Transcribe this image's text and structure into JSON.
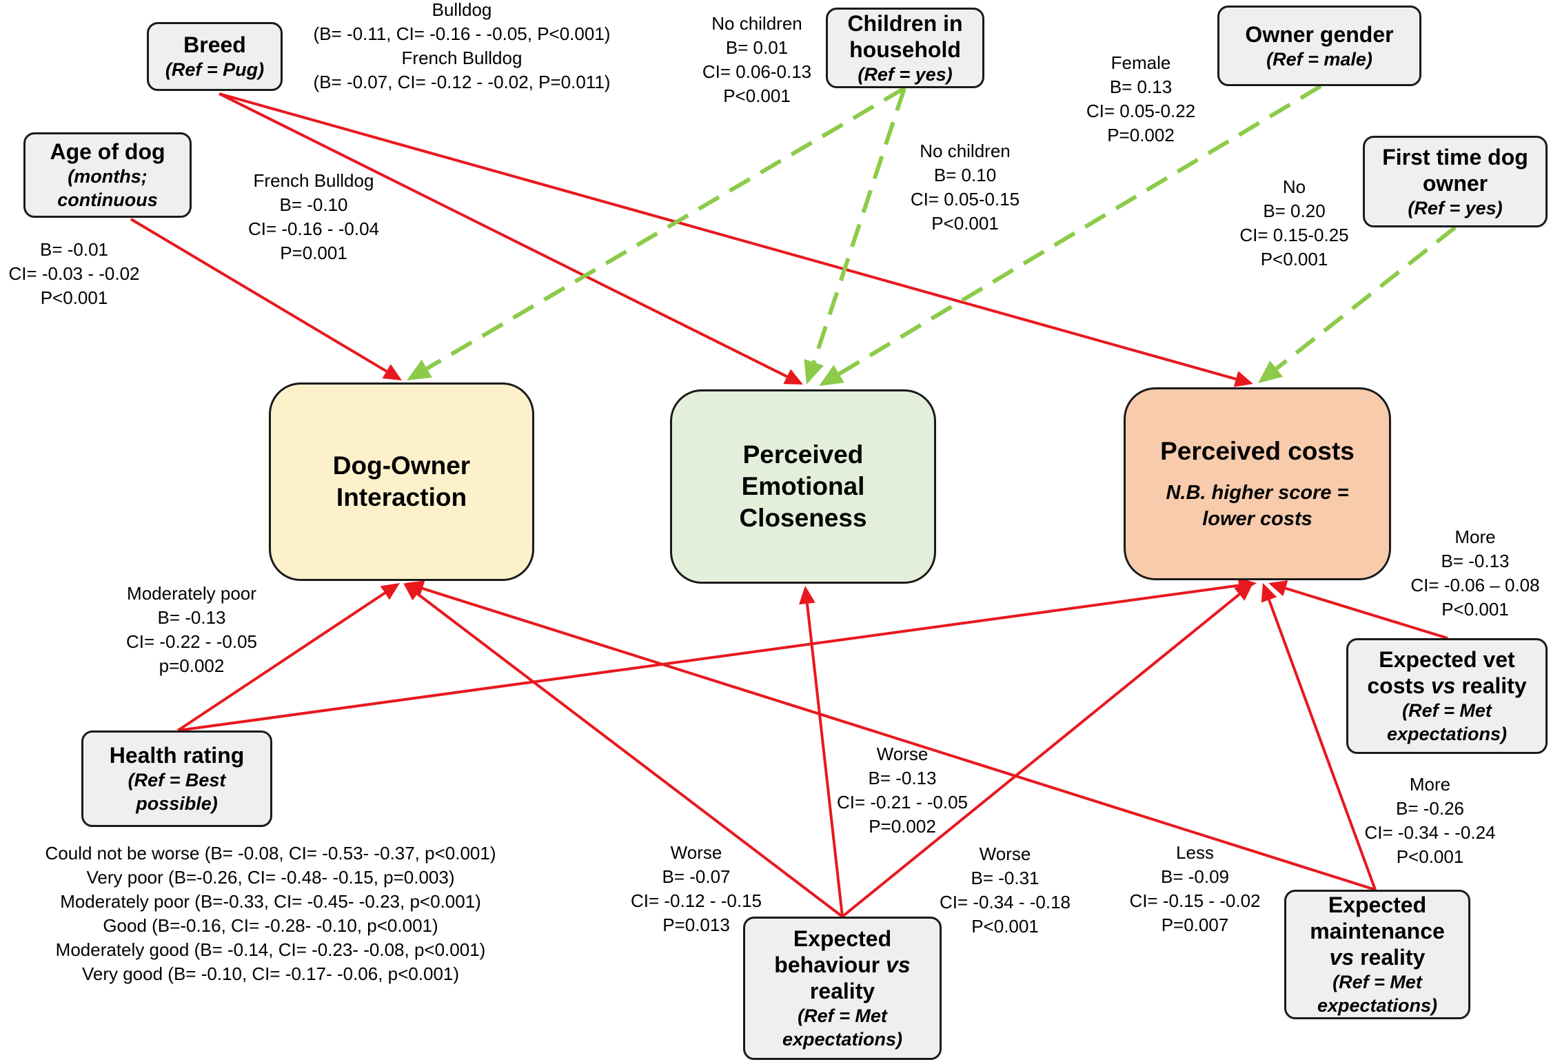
{
  "outcomes": {
    "interaction": {
      "title_line1": "Dog-Owner",
      "title_line2": "Interaction",
      "color": "#fdf1cc"
    },
    "closeness": {
      "title_line1": "Perceived",
      "title_line2": "Emotional",
      "title_line3": "Closeness",
      "color": "#e3efda"
    },
    "costs": {
      "title": "Perceived costs",
      "note_line1": "N.B. higher score =",
      "note_line2": "lower costs",
      "color": "#f7cbac"
    }
  },
  "predictors": {
    "breed": {
      "title": "Breed",
      "ref": "(Ref = Pug)"
    },
    "age": {
      "title": "Age of dog",
      "ref_line1": "(months;",
      "ref_line2": "continuous"
    },
    "children": {
      "title_line1": "Children in",
      "title_line2": "household",
      "ref": "(Ref = yes)"
    },
    "gender": {
      "title": "Owner gender",
      "ref": "(Ref = male)"
    },
    "first_time": {
      "title_line1": "First time dog",
      "title_line2": "owner",
      "ref": "(Ref = yes)"
    },
    "health": {
      "title": "Health rating",
      "ref_line1": "(Ref = Best",
      "ref_line2": "possible)"
    },
    "behaviour": {
      "title_line1": "Expected",
      "title_line2a": "behaviour ",
      "title_line2b": "vs",
      "title_line3": "reality",
      "ref_line1": "(Ref = Met",
      "ref_line2": "expectations)"
    },
    "maintenance": {
      "title_line1": "Expected",
      "title_line2": "maintenance",
      "title_line3a": "vs",
      "title_line3b": " reality",
      "ref_line1": "(Ref = Met",
      "ref_line2": "expectations)"
    },
    "vet": {
      "title_line1": "Expected vet",
      "title_line2a": "costs ",
      "title_line2b": "vs",
      "title_line2c": " reality",
      "ref_line1": "(Ref = Met",
      "ref_line2": "expectations)"
    }
  },
  "labels": {
    "breed_closeness": [
      "Bulldog",
      "(B= -0.11, CI= -0.16 - -0.05, P<0.001)",
      "French Bulldog",
      "(B= -0.07, CI= -0.12 - -0.02, P=0.011)"
    ],
    "breed_costs": [
      "French Bulldog",
      "B= -0.10",
      "CI= -0.16 - -0.04",
      "P=0.001"
    ],
    "age_interaction": [
      "B= -0.01",
      "CI= -0.03 - -0.02",
      "P<0.001"
    ],
    "children_interaction": [
      "No children",
      "B= 0.01",
      "CI= 0.06-0.13",
      "P<0.001"
    ],
    "children_closeness": [
      "No children",
      "B= 0.10",
      "CI= 0.05-0.15",
      "P<0.001"
    ],
    "gender_closeness": [
      "Female",
      "B= 0.13",
      "CI= 0.05-0.22",
      "P=0.002"
    ],
    "first_time_costs": [
      "No",
      "B= 0.20",
      "CI= 0.15-0.25",
      "P<0.001"
    ],
    "health_interaction": [
      "Moderately poor",
      "B= -0.13",
      "CI= -0.22 - -0.05",
      "p=0.002"
    ],
    "health_costs": [
      "Could not be worse (B= -0.08, CI= -0.53- -0.37, p<0.001)",
      "Very poor (B=-0.26, CI= -0.48- -0.15, p=0.003)",
      "Moderately poor (B=-0.33, CI= -0.45- -0.23, p<0.001)",
      "Good (B=-0.16, CI= -0.28- -0.10, p<0.001)",
      "Moderately good (B= -0.14, CI= -0.23- -0.08, p<0.001)",
      "Very good (B= -0.10, CI= -0.17- -0.06, p<0.001)"
    ],
    "behaviour_closeness": [
      "Worse",
      "B= -0.13",
      "CI= -0.21 - -0.05",
      "P=0.002"
    ],
    "behaviour_interaction": [
      "Worse",
      "B= -0.07",
      "CI= -0.12 - -0.15",
      "P=0.013"
    ],
    "behaviour_costs": [
      "Worse",
      "B= -0.31",
      "CI= -0.34 - -0.18",
      "P<0.001"
    ],
    "maintenance_interaction": [
      "Less",
      "B= -0.09",
      "CI= -0.15 - -0.02",
      "P=0.007"
    ],
    "maintenance_costs": [
      "More",
      "B= -0.26",
      "CI= -0.34 - -0.24",
      "P<0.001"
    ],
    "vet_costs": [
      "More",
      "B= -0.13",
      "CI= -0.06 – 0.08",
      "P<0.001"
    ]
  },
  "colors": {
    "negative": "#e8181e",
    "positive": "#8ccb4a",
    "border": "#1a1a1a",
    "predictor_fill": "#efefef"
  }
}
